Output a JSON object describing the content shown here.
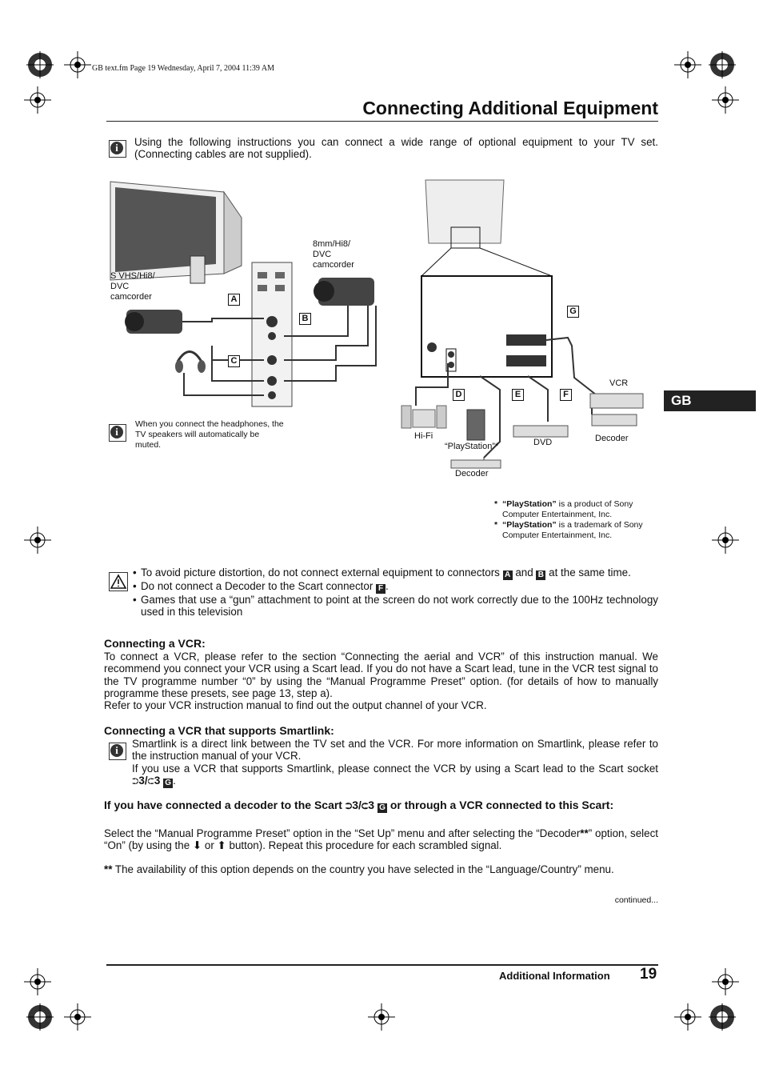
{
  "file_meta": "GB text.fm  Page 19  Wednesday, April 7, 2004  11:39 AM",
  "page_title": "Connecting Additional Equipment",
  "intro": "Using the following instructions you can connect a wide range of optional equipment to your TV set. (Connecting cables are not supplied).",
  "diagram": {
    "label_svhs": "S VHS/Hi8/ DVC camcorder",
    "label_8mm": "8mm/Hi8/ DVC camcorder",
    "letters": [
      "A",
      "B",
      "C",
      "D",
      "E",
      "F",
      "G"
    ],
    "label_vcr": "VCR",
    "label_hifi": "Hi-Fi",
    "label_playstation": "“PlayStation”*",
    "label_dvd": "DVD",
    "label_decoder1": "Decoder",
    "label_decoder2": "Decoder"
  },
  "headphone_note": "When you connect the headphones, the TV speakers will automatically be muted.",
  "footnotes": [
    {
      "star": "*",
      "bold": "“PlayStation”",
      "text": " is a product of Sony Computer Entertainment, Inc."
    },
    {
      "star": "*",
      "bold": "“PlayStation”",
      "text": " is a trademark of Sony Computer Entertainment, Inc."
    }
  ],
  "warnings": {
    "b1_pre": "To avoid picture distortion, do not connect external equipment to connectors",
    "b1_and": "and",
    "b1_post": "at the same time.",
    "b2_pre": "Do not connect a Decoder to the Scart connector",
    "b2_post": ".",
    "b3": "Games that use a “gun” attachment to point at the screen do not work correctly due to the 100Hz technology used in this television"
  },
  "vcr": {
    "heading": "Connecting a VCR:",
    "para1": "To connect a VCR, please refer to the section “Connecting the aerial and VCR” of this instruction manual. We recommend you connect your VCR using a Scart lead. If you do not have a Scart lead, tune in the VCR test signal to the TV programme number “0” by using the “Manual Programme Preset” option. (for details of how to manually programme these presets, see page 13, step a).",
    "para2": "Refer to your VCR instruction manual to find out the output channel of your VCR."
  },
  "smartlink": {
    "heading": "Connecting a VCR that supports Smartlink:",
    "para1": "Smartlink is a direct link between the TV set and the VCR. For more information on Smartlink, please refer to the instruction manual of your VCR.",
    "para2_pre": "If you use a VCR that supports Smartlink, please connect the VCR by using a Scart lead to the Scart socket",
    "socket": "3/",
    "socket2": "3",
    "para2_post": "."
  },
  "decoder": {
    "heading_pre": "If you have connected a decoder to the Scart",
    "heading_socket": "3/",
    "heading_socket2": "3",
    "heading_post": "or through a VCR connected to this Scart:",
    "para_a": "Select the “Manual Programme Preset” option in the “Set Up” menu and after selecting the “Decoder",
    "para_stars": "**",
    "para_b": "” option, select “On” (by using the",
    "para_or": "or",
    "para_c": "button). Repeat this procedure for each scrambled signal.",
    "note_stars": "**",
    "note": "The availability of this option depends on the country you have selected in the “Language/Country” menu."
  },
  "continued": "continued...",
  "footer": {
    "section": "Additional Information",
    "page": "19"
  },
  "side_tab": "GB"
}
